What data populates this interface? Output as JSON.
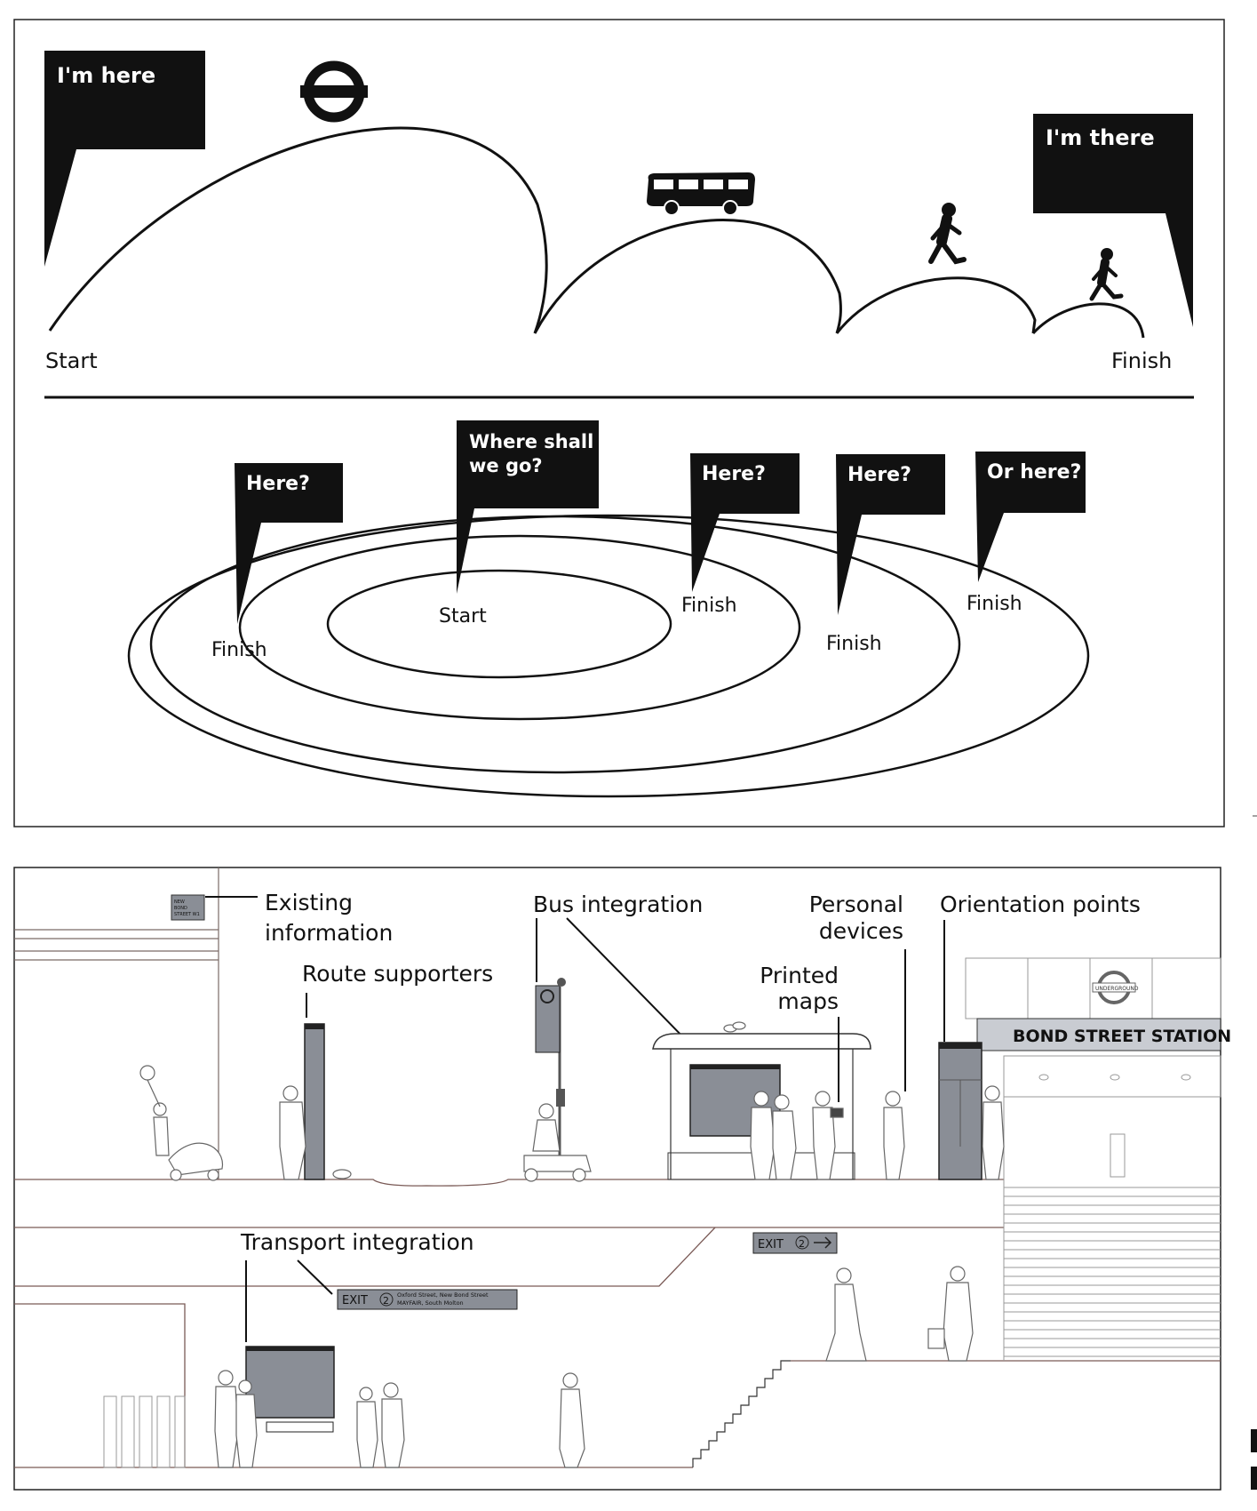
{
  "journey_linear": {
    "bubble_start": "I'm here",
    "bubble_end": "I'm there",
    "label_start": "Start",
    "label_end": "Finish"
  },
  "journey_radial": {
    "bubbles": [
      "Here?",
      "Where shall",
      "we go?",
      "Here?",
      "Here?",
      "Or here?"
    ],
    "label_start": "Start",
    "finish_labels": [
      "Finish",
      "Finish",
      "Finish",
      "Finish"
    ]
  },
  "street_section": {
    "annotations": {
      "existing_1": "Existing",
      "existing_2": "information",
      "route_supporters": "Route supporters",
      "bus_integration": "Bus integration",
      "personal_1": "Personal",
      "personal_2": "devices",
      "printed_1": "Printed",
      "printed_2": "maps",
      "orientation_points": "Orientation points",
      "transport_integration": "Transport integration"
    },
    "station_name": "BOND STREET STATION",
    "roundel_text": "UNDERGROUND",
    "street_sign": [
      "NEW",
      "BOND",
      "STREET W1"
    ],
    "exit_sign_main": "EXIT",
    "exit_sign_number": "2",
    "exit_sign_dest_1": "Oxford Street, New Bond Street",
    "exit_sign_dest_2": "MAYFAIR, South Molton",
    "exit_sign_small": "EXIT"
  },
  "colors": {
    "ink": "#111111",
    "sign_grey": "#8a8e96",
    "station_band": "#c9ccd2"
  }
}
